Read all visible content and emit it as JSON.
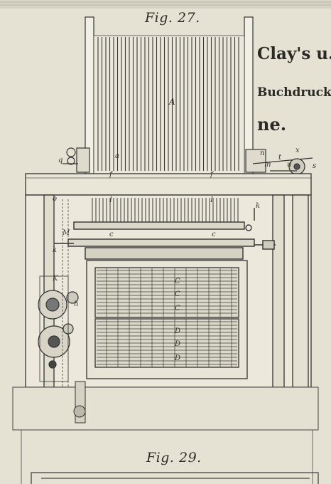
{
  "figure_labels": {
    "fig27": "Fig. 27.",
    "fig29": "Fig. 29."
  },
  "heading": {
    "line1": "Clay's u. R",
    "line2": "Buchdrucke",
    "line3": "ne."
  },
  "letters": {
    "A": "A",
    "a": "a",
    "q": "q",
    "n": "n",
    "x": "x",
    "t": "t",
    "m": "m",
    "u": "u",
    "s": "s",
    "f1": "f",
    "f2": "f",
    "I1": "I",
    "I2": "I",
    "k1": "k",
    "k2": "k",
    "c1": "c",
    "c2": "c",
    "o": "o",
    "M": "M",
    "K": "K",
    "h": "h",
    "C1": "C",
    "C2": "C",
    "C3": "C",
    "D1": "D",
    "D2": "D",
    "D3": "D"
  }
}
